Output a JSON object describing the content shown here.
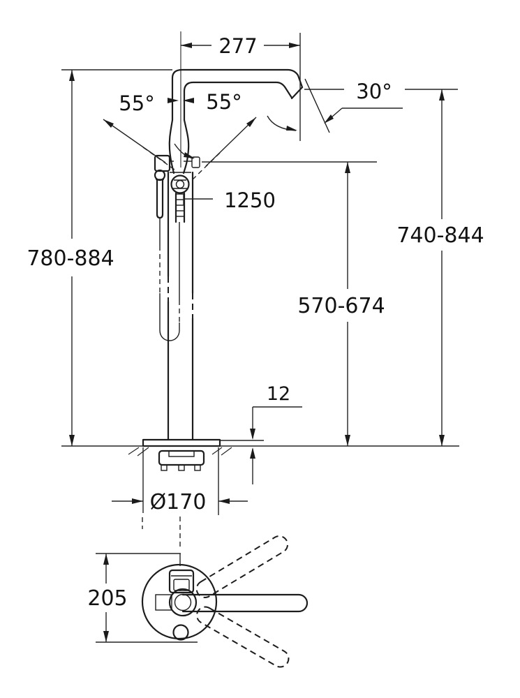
{
  "drawing": {
    "kind": "technical-dimension-drawing",
    "subject": "floor-standing bath mixer tap with hand shower, front view and plan view",
    "units": "mm",
    "line_color": "#1c1c1c",
    "background": "#ffffff",
    "dimensions": {
      "spout_reach": "277",
      "swing_left": "55°",
      "swing_right": "55°",
      "spout_angle": "30°",
      "hose_length": "1250",
      "height_overall": "780-884",
      "height_spout_outlet": "740-844",
      "height_lever": "570-674",
      "base_plate_thickness": "12",
      "base_diameter": "Ø170",
      "plan_depth": "205"
    }
  }
}
